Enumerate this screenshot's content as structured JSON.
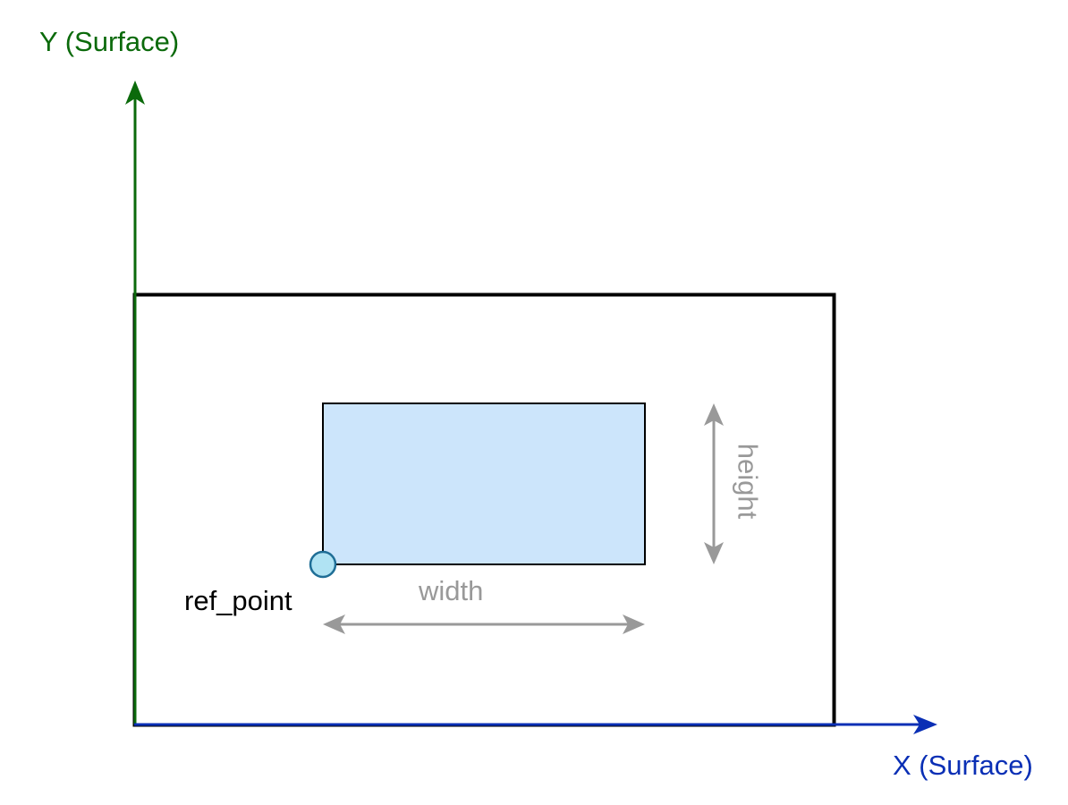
{
  "labels": {
    "y_axis": "Y (Surface)",
    "x_axis": "X (Surface)",
    "ref_point": "ref_point",
    "width": "width",
    "height": "height"
  },
  "colors": {
    "y_axis": "#0b6a0b",
    "x_axis": "#0a2fb5",
    "surface_border": "#000000",
    "inner_fill": "#cce5fb",
    "inner_border": "#000000",
    "dimension": "#999999",
    "ref_point_fill": "#b0e3f3",
    "ref_point_stroke": "#1f6e96"
  }
}
